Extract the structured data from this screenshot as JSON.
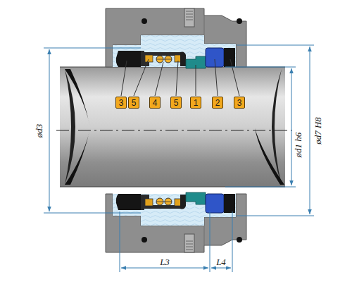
{
  "diagram": {
    "nodes": [
      {
        "text": [
          "3"
        ]
      },
      {
        "text": [
          "5"
        ]
      },
      {
        "text": [
          "4"
        ]
      },
      {
        "text": [
          "5"
        ]
      },
      {
        "text": [
          "1"
        ]
      },
      {
        "text": [
          "2"
        ]
      },
      {
        "text": [
          "3"
        ]
      }
    ],
    "labels": [
      "ød3",
      "ød1 h6",
      "ød7 H8",
      "L3",
      "L4"
    ]
  }
}
